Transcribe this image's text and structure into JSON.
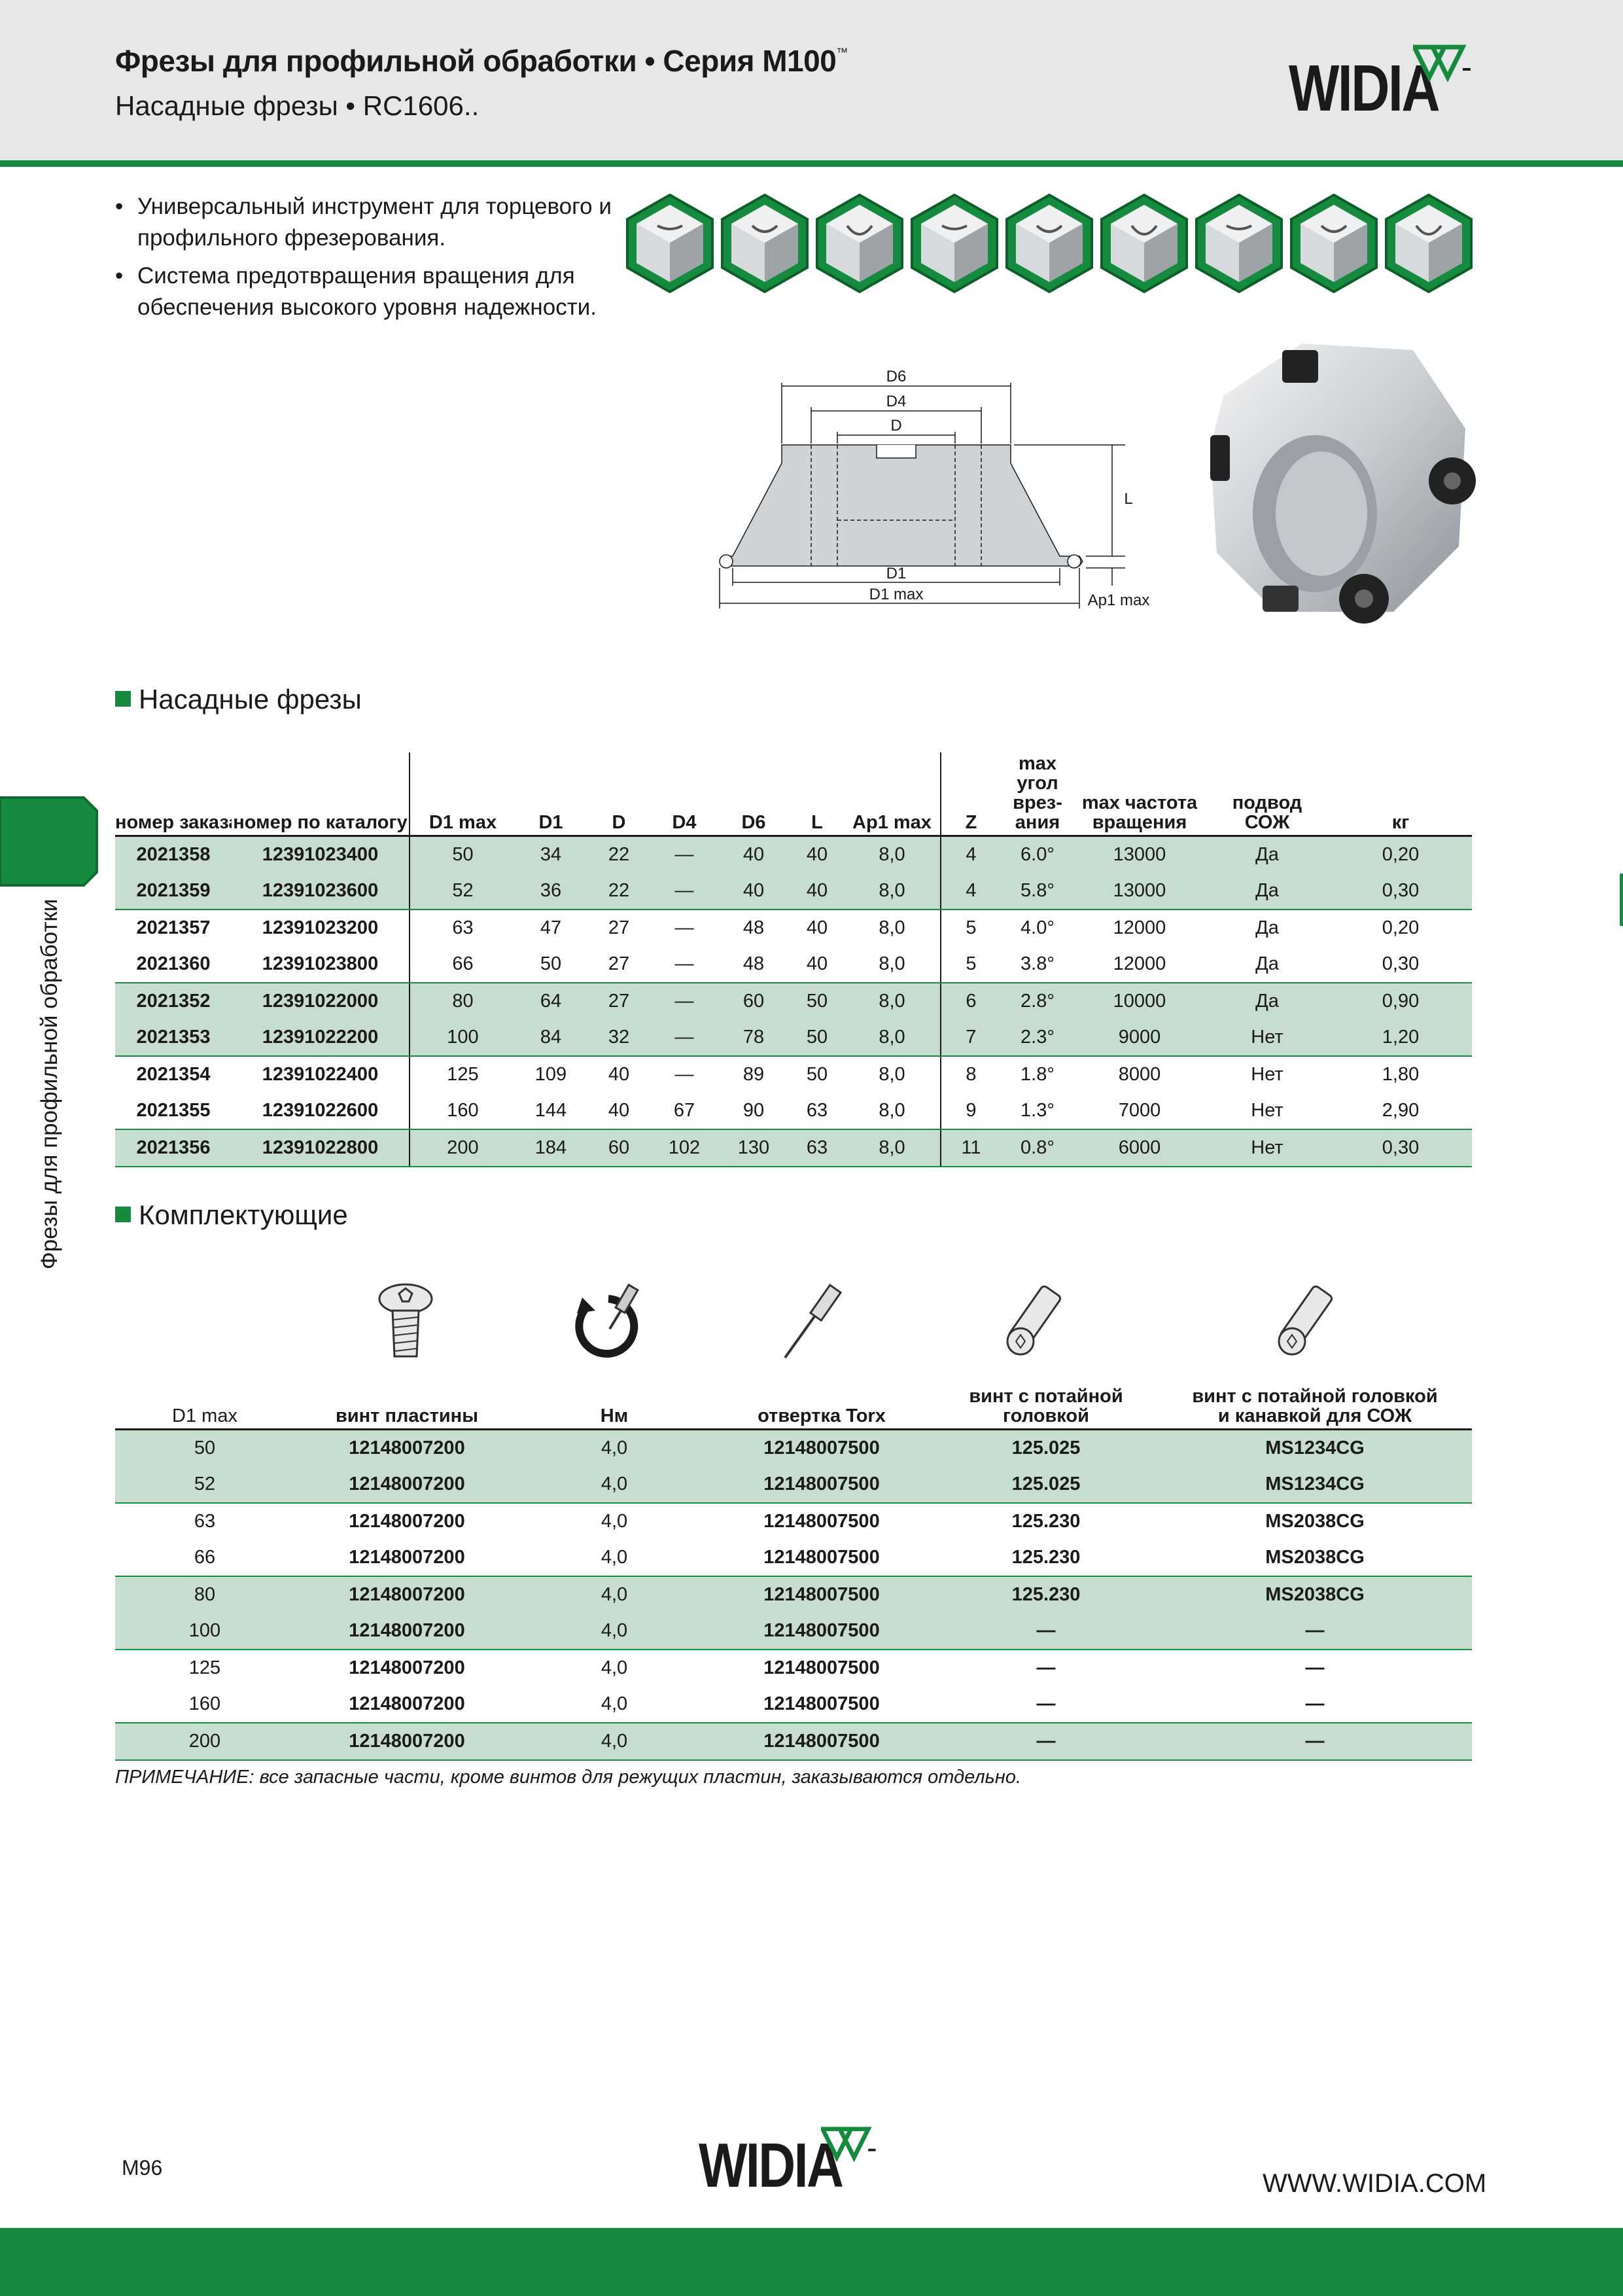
{
  "header": {
    "title": "Фрезы для профильной обработки • Серия М100",
    "title_tm": "™",
    "subtitle": "Насадные фрезы • RC1606..",
    "logo": "WIDIA"
  },
  "side_label": "Фрезы для профильной обработки",
  "bullets": [
    "Универсальный инструмент для торцевого и профильного фрезерования.",
    "Система предотвращения вращения для обеспечения высокого уровня надежности."
  ],
  "application_icons": [
    "face-milling-icon",
    "slotting-icon",
    "shoulder-milling-icon",
    "pocket-milling-icon",
    "plunge-milling-icon",
    "profile-milling-icon",
    "ramping-icon",
    "helical-interpolation-icon",
    "coolant-through-icon"
  ],
  "diagram_labels": {
    "d6": "D6",
    "d4": "D4",
    "d": "D",
    "l": "L",
    "d1": "D1",
    "d1max": "D1 max",
    "ap1max": "Ap1 max"
  },
  "section_cutters": "Насадные фрезы",
  "cutters": {
    "headers": [
      "номер заказа",
      "номер по каталогу",
      "D1 max",
      "D1",
      "D",
      "D4",
      "D6",
      "L",
      "Ap1 max",
      "Z",
      "max угол врез-ания",
      "max частота вращения",
      "подвод СОЖ",
      "кг"
    ],
    "header_lines": {
      "max_angle": [
        "max",
        "угол",
        "врез-",
        "ания"
      ],
      "max_speed": [
        "max частота",
        "вращения"
      ],
      "coolant": [
        "подвод",
        "СОЖ"
      ]
    },
    "rows": [
      [
        "2021358",
        "12391023400",
        "50",
        "34",
        "22",
        "—",
        "40",
        "40",
        "8,0",
        "4",
        "6.0°",
        "13000",
        "Да",
        "0,20"
      ],
      [
        "2021359",
        "12391023600",
        "52",
        "36",
        "22",
        "—",
        "40",
        "40",
        "8,0",
        "4",
        "5.8°",
        "13000",
        "Да",
        "0,30"
      ],
      [
        "2021357",
        "12391023200",
        "63",
        "47",
        "27",
        "—",
        "48",
        "40",
        "8,0",
        "5",
        "4.0°",
        "12000",
        "Да",
        "0,20"
      ],
      [
        "2021360",
        "12391023800",
        "66",
        "50",
        "27",
        "—",
        "48",
        "40",
        "8,0",
        "5",
        "3.8°",
        "12000",
        "Да",
        "0,30"
      ],
      [
        "2021352",
        "12391022000",
        "80",
        "64",
        "27",
        "—",
        "60",
        "50",
        "8,0",
        "6",
        "2.8°",
        "10000",
        "Да",
        "0,90"
      ],
      [
        "2021353",
        "12391022200",
        "100",
        "84",
        "32",
        "—",
        "78",
        "50",
        "8,0",
        "7",
        "2.3°",
        "9000",
        "Нет",
        "1,20"
      ],
      [
        "2021354",
        "12391022400",
        "125",
        "109",
        "40",
        "—",
        "89",
        "50",
        "8,0",
        "8",
        "1.8°",
        "8000",
        "Нет",
        "1,80"
      ],
      [
        "2021355",
        "12391022600",
        "160",
        "144",
        "40",
        "67",
        "90",
        "63",
        "8,0",
        "9",
        "1.3°",
        "7000",
        "Нет",
        "2,90"
      ],
      [
        "2021356",
        "12391022800",
        "200",
        "184",
        "60",
        "102",
        "130",
        "63",
        "8,0",
        "11",
        "0.8°",
        "6000",
        "Нет",
        "0,30"
      ]
    ]
  },
  "section_parts": "Комплектующие",
  "parts": {
    "headers": [
      "D1 max",
      "винт пластины",
      "Нм",
      "отвертка Torx",
      "винт с потайной головкой",
      "винт с потайной головкой и канавкой для СОЖ"
    ],
    "header_lines": {
      "cap_screw": [
        "винт с потайной",
        "головкой"
      ],
      "coolant_screw": [
        "винт с потайной головкой",
        "и канавкой для СОЖ"
      ]
    },
    "icons": [
      "insert-screw-icon",
      "torque-wrench-icon",
      "torx-screwdriver-icon",
      "cap-screw-icon",
      "coolant-cap-screw-icon"
    ],
    "rows": [
      [
        "50",
        "12148007200",
        "4,0",
        "12148007500",
        "125.025",
        "MS1234CG"
      ],
      [
        "52",
        "12148007200",
        "4,0",
        "12148007500",
        "125.025",
        "MS1234CG"
      ],
      [
        "63",
        "12148007200",
        "4,0",
        "12148007500",
        "125.230",
        "MS2038CG"
      ],
      [
        "66",
        "12148007200",
        "4,0",
        "12148007500",
        "125.230",
        "MS2038CG"
      ],
      [
        "80",
        "12148007200",
        "4,0",
        "12148007500",
        "125.230",
        "MS2038CG"
      ],
      [
        "100",
        "12148007200",
        "4,0",
        "12148007500",
        "—",
        "—"
      ],
      [
        "125",
        "12148007200",
        "4,0",
        "12148007500",
        "—",
        "—"
      ],
      [
        "160",
        "12148007200",
        "4,0",
        "12148007500",
        "—",
        "—"
      ],
      [
        "200",
        "12148007200",
        "4,0",
        "12148007500",
        "—",
        "—"
      ]
    ]
  },
  "note": "ПРИМЕЧАНИЕ: все запасные части, кроме винтов для режущих пластин, заказываются отдельно.",
  "footer": {
    "page": "M96",
    "logo": "WIDIA",
    "url": "WWW.WIDIA.COM"
  },
  "colors": {
    "brand_green": "#168a3e",
    "row_green": "#c7ddd0",
    "header_gray": "#e6e7e8"
  }
}
